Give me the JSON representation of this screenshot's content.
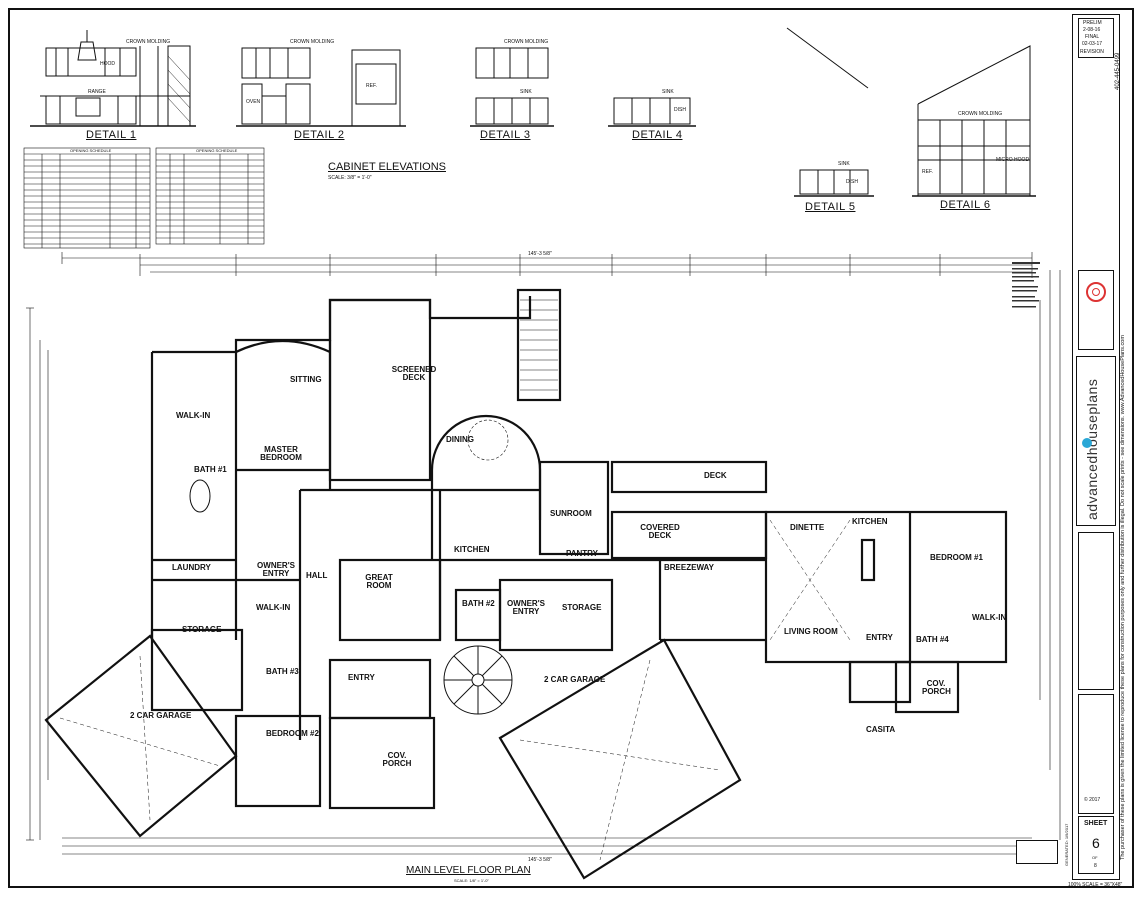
{
  "details": [
    "DETAIL 1",
    "DETAIL 2",
    "DETAIL 3",
    "DETAIL 4",
    "DETAIL 5",
    "DETAIL 6"
  ],
  "elevations": {
    "title": "CABINET ELEVATIONS",
    "scale": "SCALE: 3/8\" = 1'-0\""
  },
  "callouts": {
    "crown": "CROWN MOLDING",
    "hood": "HOOD",
    "range": "RANGE",
    "oven": "OVEN",
    "ref": "REF.",
    "sink": "SINK",
    "dish": "DISH",
    "micro": "MICRO HOOD"
  },
  "schedule": {
    "title": "OPENING SCHEDULE"
  },
  "floorplan": {
    "title": "MAIN LEVEL FLOOR PLAN",
    "scale": "SCALE: 1/8\" = 1'-0\"",
    "overall_width": "145'-3 5/8\"",
    "rooms": [
      {
        "name": "SITTING"
      },
      {
        "name": "SCREENED DECK"
      },
      {
        "name": "WALK-IN"
      },
      {
        "name": "MASTER BEDROOM"
      },
      {
        "name": "DINING"
      },
      {
        "name": "BATH #1"
      },
      {
        "name": "DECK"
      },
      {
        "name": "SUNROOM"
      },
      {
        "name": "COVERED DECK"
      },
      {
        "name": "DINETTE"
      },
      {
        "name": "KITCHEN"
      },
      {
        "name": "BEDROOM #1"
      },
      {
        "name": "KITCHEN"
      },
      {
        "name": "LAUNDRY"
      },
      {
        "name": "OWNER'S ENTRY"
      },
      {
        "name": "HALL"
      },
      {
        "name": "GREAT ROOM"
      },
      {
        "name": "PANTRY"
      },
      {
        "name": "BREEZEWAY"
      },
      {
        "name": "BATH #2"
      },
      {
        "name": "OWNER'S ENTRY"
      },
      {
        "name": "STORAGE"
      },
      {
        "name": "WALK-IN"
      },
      {
        "name": "STORAGE"
      },
      {
        "name": "LIVING ROOM"
      },
      {
        "name": "ENTRY"
      },
      {
        "name": "BATH #4"
      },
      {
        "name": "WALK-IN"
      },
      {
        "name": "BATH #3"
      },
      {
        "name": "ENTRY"
      },
      {
        "name": "2 CAR GARAGE"
      },
      {
        "name": "2 CAR GARAGE"
      },
      {
        "name": "COV. PORCH"
      },
      {
        "name": "BEDROOM #2"
      },
      {
        "name": "COV. PORCH"
      },
      {
        "name": "CASITA"
      }
    ]
  },
  "titleblock": {
    "prelim": "PRELIM",
    "date1": "2-08-16",
    "final": "FINAL",
    "date2": "02-03-17",
    "revision": "REVISION",
    "phone": "402-445-0499",
    "brand": "advancedhouseplans",
    "notice": "The purchaser of these plans is given the limited license to reproduce these plans for construction purposes only and further distribution is illegal. Do not scale prints - see dimensions. www.AdvancedHousePlans.com",
    "copyright": "© 2017",
    "sheet_label": "SHEET",
    "sheet_no": "6",
    "of": "OF",
    "sheet_total": "8",
    "scale_note": "100% SCALE = 36\"X48\"",
    "generated": "GENERATED: 1/9/2017"
  }
}
